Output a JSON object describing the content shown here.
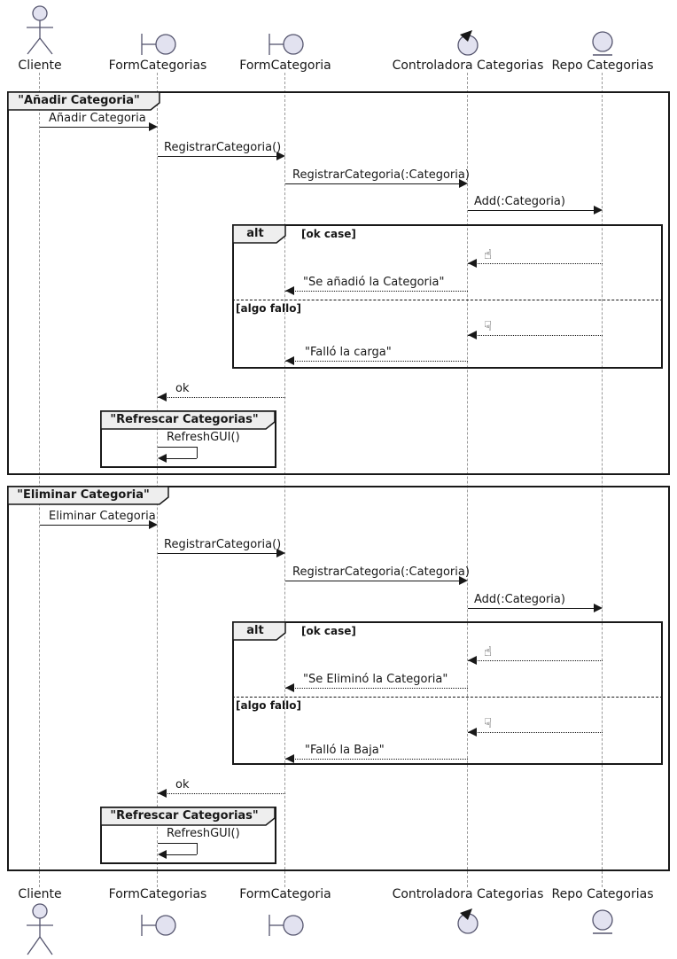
{
  "participants": {
    "cliente": "Cliente",
    "form_categorias": "FormCategorias",
    "form_categoria": "FormCategoria",
    "controladora": "Controladora Categorias",
    "repo": "Repo Categorias"
  },
  "frames": {
    "anadir_title": "\"Añadir Categoria\"",
    "eliminar_title": "\"Eliminar Categoria\"",
    "refrescar_title": "\"Refrescar Categorias\"",
    "alt_label": "alt",
    "guard_ok": "[ok case]",
    "guard_fail": "[algo fallo]"
  },
  "anadir": {
    "add_category": "Añadir Categoria",
    "registrar": "RegistrarCategoria()",
    "registrar_param": "RegistrarCategoria(:Categoria)",
    "add_param": "Add(:Categoria)",
    "ok_reply": "\"Se añadió la Categoria\"",
    "fail_reply": "\"Falló la carga\"",
    "ok": "ok",
    "refresh": "RefreshGUI()"
  },
  "eliminar": {
    "delete_category": "Eliminar Categoria",
    "registrar": "RegistrarCategoria()",
    "registrar_param": "RegistrarCategoria(:Categoria)",
    "add_param": "Add(:Categoria)",
    "ok_reply": "\"Se Eliminó la Categoria\"",
    "fail_reply": "\"Falló la Baja\"",
    "ok": "ok",
    "refresh": "RefreshGUI()"
  },
  "icons": {
    "thumbs_up": "☝",
    "thumbs_down": "☟"
  },
  "colors": {
    "participant_fill": "#E2E2F0",
    "participant_border": "#55556e",
    "frame_tab_fill": "#EEEEEE",
    "line": "#181818",
    "lifeline": "#999999"
  }
}
